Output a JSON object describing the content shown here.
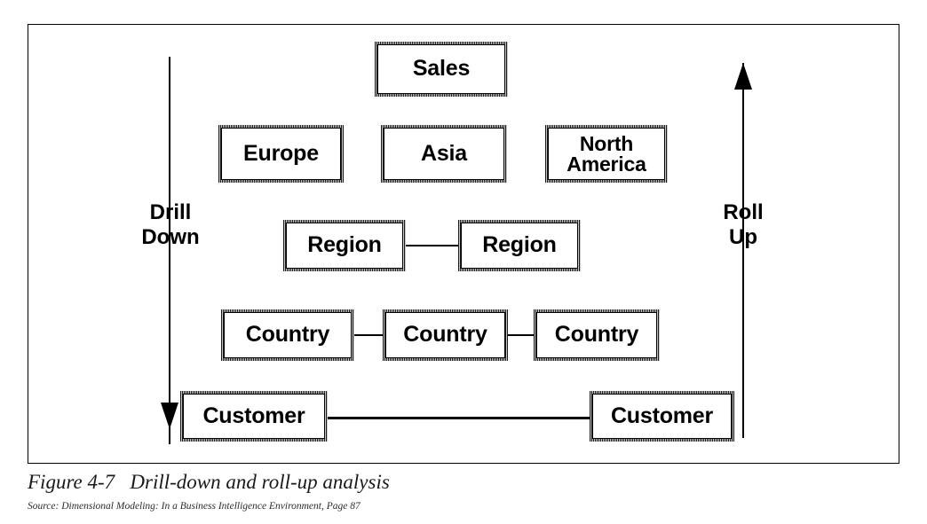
{
  "figure": {
    "caption": "Figure 4-7   Drill-down and roll-up analysis",
    "source": "Source: Dimensional Modeling: In a Business Intelligence Environment, Page 87"
  },
  "flows": {
    "left": {
      "label": "Drill\nDown",
      "direction": "down",
      "arrow_icon": "arrow-down-icon"
    },
    "right": {
      "label": "Roll\nUp",
      "direction": "up",
      "arrow_icon": "arrow-up-icon"
    }
  },
  "levels": [
    {
      "name": "total",
      "nodes": [
        {
          "label": "Sales"
        }
      ]
    },
    {
      "name": "continent",
      "nodes": [
        {
          "label": "Europe"
        },
        {
          "label": "Asia"
        },
        {
          "label": "North\nAmerica"
        }
      ]
    },
    {
      "name": "region",
      "nodes": [
        {
          "label": "Region"
        },
        {
          "label": "Region"
        }
      ]
    },
    {
      "name": "country",
      "nodes": [
        {
          "label": "Country"
        },
        {
          "label": "Country"
        },
        {
          "label": "Country"
        }
      ]
    },
    {
      "name": "customer",
      "nodes": [
        {
          "label": "Customer"
        },
        {
          "label": "Customer"
        }
      ]
    }
  ],
  "colors": {
    "line": "#000000",
    "box_fill": "#ffffff",
    "box_border": "#000000",
    "box_band_dark": "#1a1a1a",
    "box_band_light": "#c9c9c9",
    "background": "#ffffff",
    "caption_text": "#1a1a1a"
  }
}
